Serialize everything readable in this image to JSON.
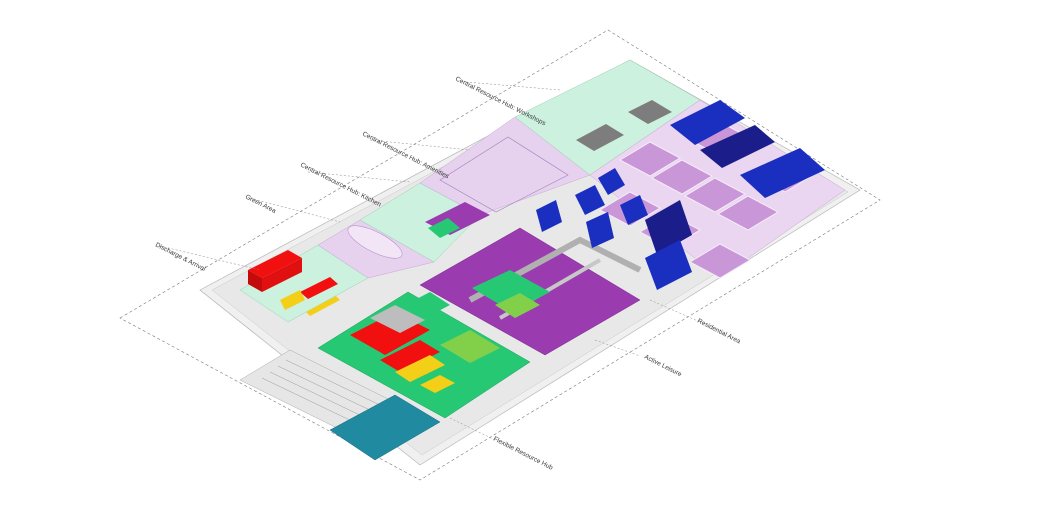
{
  "labels": {
    "workshops": "Central Resource Hub: Workshops",
    "amenities": "Central Resource Hub: Amenities",
    "kitchen": "Central Resource Hub: Kitchen",
    "green_area": "Green Area",
    "discharge": "Discharge & Arrival",
    "residential": "Residential Area",
    "active_leisure": "Active Leisure",
    "flexible_hub": "Flexible Resource Hub"
  },
  "colors": {
    "mint": "#ccf1de",
    "lilac": "#e6d2ee",
    "light_purple": "#d9b4e3",
    "purple": "#9b3bb0",
    "green": "#27c874",
    "teal": "#1f8aa0",
    "red": "#f20f0f",
    "yellow": "#f3cf18",
    "blue": "#1a2fc0",
    "navy": "#1b1e8a",
    "grey": "#bdbdbd",
    "lime": "#82d04a"
  }
}
